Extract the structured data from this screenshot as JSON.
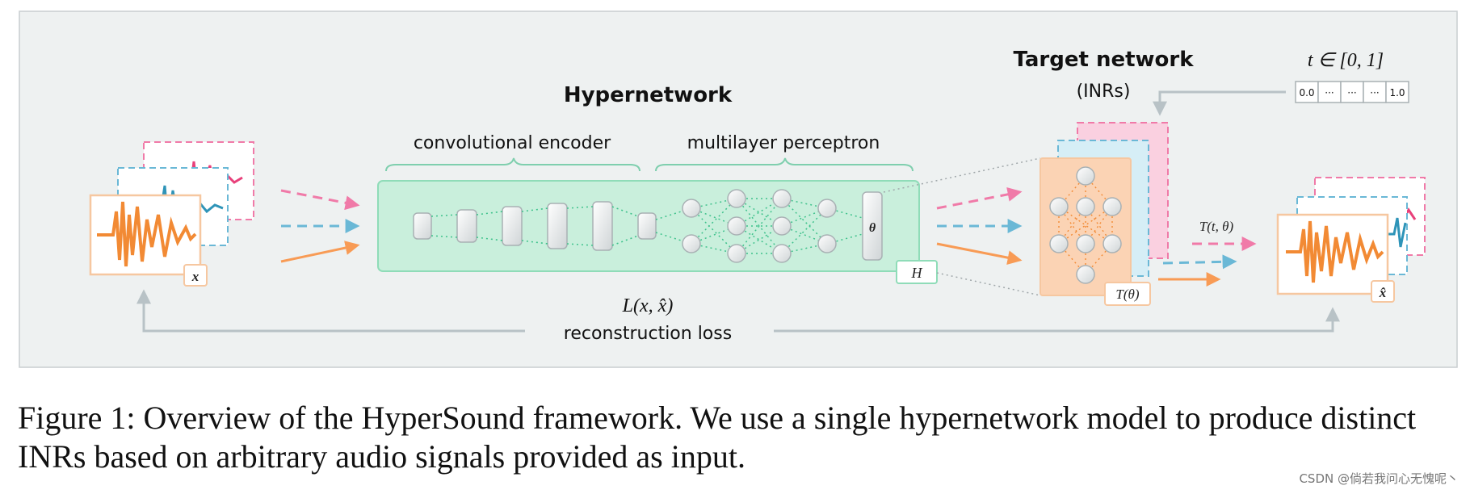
{
  "figure": {
    "hypernetwork_title": "Hypernetwork",
    "encoder_label": "convolutional encoder",
    "mlp_label": "multilayer perceptron",
    "theta_label": "θ",
    "h_label": "H",
    "target_title": "Target network",
    "target_subtitle": "(INRs)",
    "t_range_label": "t ∈ [0, 1]",
    "t_cells": [
      "0.0",
      "···",
      "···",
      "···",
      "1.0"
    ],
    "t_theta_label": "T(θ)",
    "t_t_theta_label": "T(t, θ)",
    "input_label": "x",
    "output_label": "x̂",
    "loss_formula": "L(x, x̂)",
    "loss_label": "reconstruction loss"
  },
  "colors": {
    "pink": "#f07aa8",
    "blue": "#6ab8d6",
    "orange": "#f89b55",
    "green": "#8fdcb8",
    "panel": "#eef1f1"
  },
  "caption": {
    "text": "Figure 1: Overview of the HyperSound framework. We use a single hypernetwork model to produce distinct INRs based on arbitrary audio signals provided as input."
  },
  "watermark": {
    "text": "CSDN @倘若我问心无愧呢丶"
  }
}
